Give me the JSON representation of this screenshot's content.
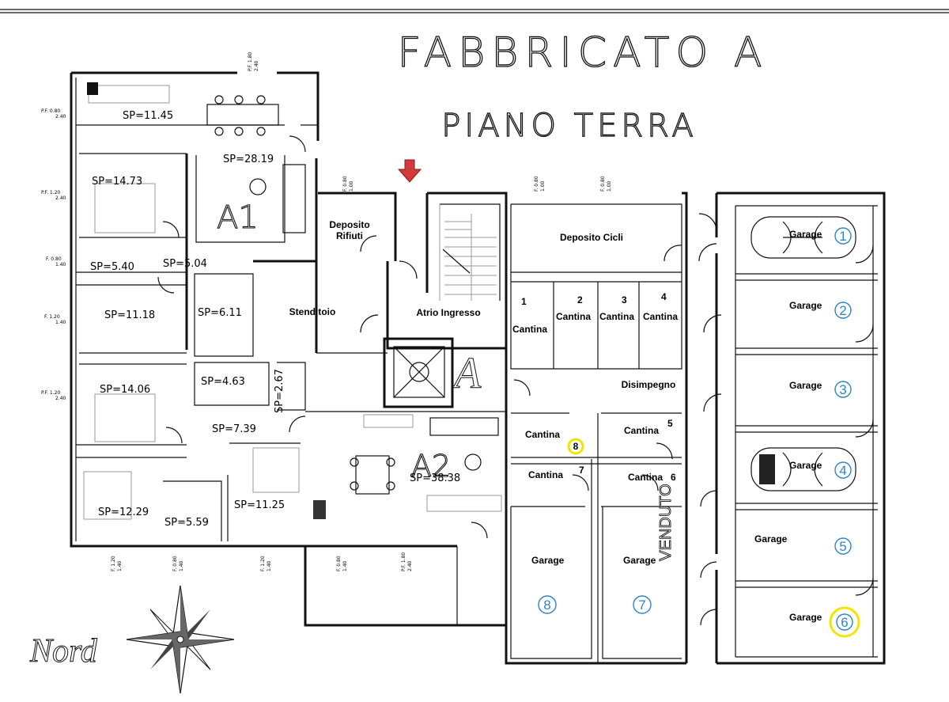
{
  "title": "FABBRICATO A",
  "subtitle": "PIANO TERRA",
  "north_label": "Nord",
  "apartments": {
    "a1": "A1",
    "a2": "A2",
    "a_block": "A"
  },
  "areas": [
    "SP=11.45",
    "SP=28.19",
    "SP=14.73",
    "SP=5.40",
    "SP=5.04",
    "SP=11.18",
    "SP=6.11",
    "SP=14.06",
    "SP=4.63",
    "SP=2.67",
    "SP=7.39",
    "SP=12.29",
    "SP=5.59",
    "SP=11.25",
    "SP=38.38"
  ],
  "rooms": {
    "deposito_rifiuti_1": "Deposito",
    "deposito_rifiuti_2": "Rifiuti",
    "deposito_cicli": "Deposito Cicli",
    "stenditoio": "Stenditoio",
    "atrio": "Atrio Ingresso",
    "disimpegno": "Disimpegno",
    "venduto": "VENDUTO"
  },
  "cantine": [
    {
      "num": "1",
      "label": "Cantina"
    },
    {
      "num": "2",
      "label": "Cantina"
    },
    {
      "num": "3",
      "label": "Cantina"
    },
    {
      "num": "4",
      "label": "Cantina"
    },
    {
      "num": "5",
      "label": "Cantina"
    },
    {
      "num": "6",
      "label": "Cantina"
    },
    {
      "num": "7",
      "label": "Cantina"
    },
    {
      "num": "8",
      "label": "Cantina"
    }
  ],
  "garages": [
    {
      "label": "Garage",
      "num": "1"
    },
    {
      "label": "Garage",
      "num": "2"
    },
    {
      "label": "Garage",
      "num": "3"
    },
    {
      "label": "Garage",
      "num": "4"
    },
    {
      "label": "Garage",
      "num": "5"
    },
    {
      "label": "Garage",
      "num": "6"
    },
    {
      "label": "Garage",
      "num": "7"
    },
    {
      "label": "Garage",
      "num": "8"
    }
  ],
  "windows": [
    "P.F. 1.80",
    "2.40",
    "F. 0.80",
    "1.00",
    "F. 0.80",
    "1.00",
    "F. 0.80",
    "1.00",
    "P.F. 0.80",
    "2.40",
    "P.F. 1.20",
    "2.40",
    "F. 0.80",
    "1.40",
    "F. 1.20",
    "1.40",
    "P.F. 1.20",
    "2.40",
    "F. 1.20",
    "1.40",
    "F. 0.80",
    "1.40",
    "F. 1.20",
    "1.40",
    "F. 0.80",
    "1.40",
    "P.F. 1.80",
    "2.40"
  ],
  "colors": {
    "highlight": "#f2e600",
    "number_blue": "#2a86c8",
    "arrow_red": "#d23b3b"
  }
}
